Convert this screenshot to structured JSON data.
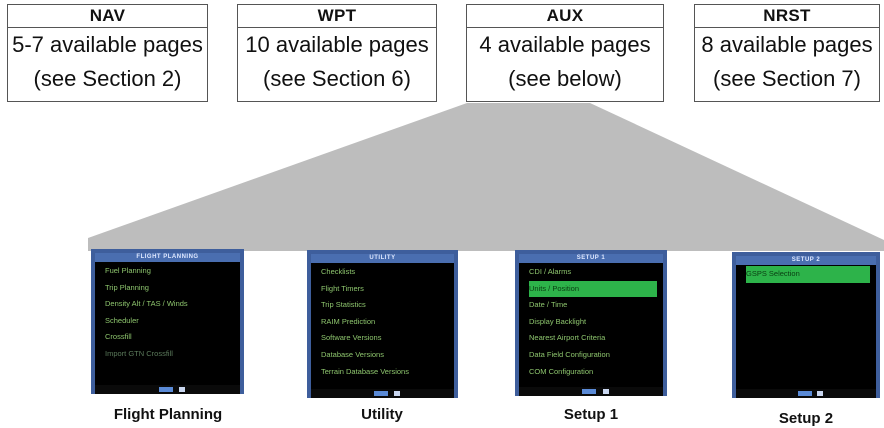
{
  "page_boxes": [
    {
      "header": "NAV",
      "line1": "5-7 available pages",
      "line2": "(see Section 2)"
    },
    {
      "header": "WPT",
      "line1": "10 available pages",
      "line2": "(see Section 6)"
    },
    {
      "header": "AUX",
      "line1": "4 available pages",
      "line2": "(see below)"
    },
    {
      "header": "NRST",
      "line1": "8 available pages",
      "line2": "(see Section 7)"
    }
  ],
  "screens": [
    {
      "title": "FLIGHT PLANNING",
      "caption": "Flight Planning",
      "items": [
        "Fuel Planning",
        "Trip Planning",
        "Density Alt / TAS / Winds",
        "Scheduler",
        "Crossfill",
        "Import GTN Crossfill"
      ]
    },
    {
      "title": "UTILITY",
      "caption": "Utility",
      "items": [
        "Checklists",
        "Flight Timers",
        "Trip Statistics",
        "RAIM Prediction",
        "Software Versions",
        "Database Versions",
        "Terrain Database Versions"
      ]
    },
    {
      "title": "SETUP 1",
      "caption": "Setup 1",
      "items": [
        "CDI / Alarms",
        "Units / Position",
        "Date / Time",
        "Display Backlight",
        "Nearest Airport Criteria",
        "Data Field Configuration",
        "COM Configuration"
      ]
    },
    {
      "title": "SETUP 2",
      "caption": "Setup 2",
      "items": [
        "GSPS Selection"
      ]
    }
  ],
  "colors": {
    "fan_fill": "#bdbdbd",
    "bezel": "#3e5e9c",
    "menu_text": "#8ec66e",
    "highlight": "#2db34a"
  }
}
